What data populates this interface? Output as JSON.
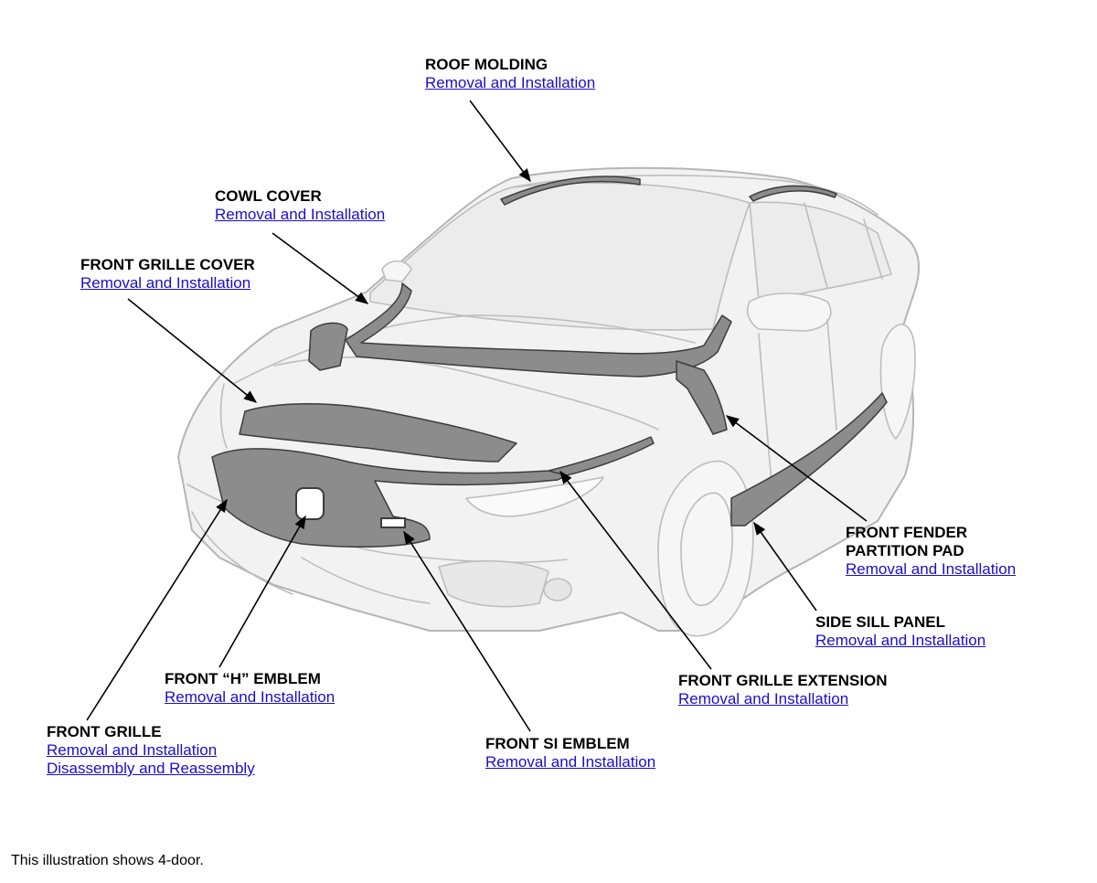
{
  "callouts": {
    "roof_molding": {
      "title": "ROOF MOLDING",
      "links": [
        "Removal and Installation"
      ]
    },
    "cowl_cover": {
      "title": "COWL COVER",
      "links": [
        "Removal and Installation"
      ]
    },
    "front_grille_cover": {
      "title": "FRONT GRILLE COVER",
      "links": [
        "Removal and Installation"
      ]
    },
    "front_fender_partition_pad": {
      "title_line1": "FRONT FENDER",
      "title_line2": "PARTITION PAD",
      "links": [
        "Removal and Installation"
      ]
    },
    "side_sill_panel": {
      "title": "SIDE SILL PANEL",
      "links": [
        "Removal and Installation"
      ]
    },
    "front_grille_extension": {
      "title": "FRONT GRILLE EXTENSION",
      "links": [
        "Removal and Installation"
      ]
    },
    "front_h_emblem": {
      "title": "FRONT “H” EMBLEM",
      "links": [
        "Removal and Installation"
      ]
    },
    "front_si_emblem": {
      "title": "FRONT SI EMBLEM",
      "links": [
        "Removal and Installation"
      ]
    },
    "front_grille": {
      "title": "FRONT GRILLE",
      "links": [
        "Removal and Installation",
        "Disassembly and Reassembly"
      ]
    }
  },
  "footnote": "This illustration shows 4-door.",
  "colors": {
    "link": "#1a0dcc",
    "title": "#000000",
    "body_line": "#b5b5b5",
    "body_fill": "#f2f2f2",
    "part_fill": "#8c8c8c",
    "part_stroke": "#3c3c3c"
  }
}
